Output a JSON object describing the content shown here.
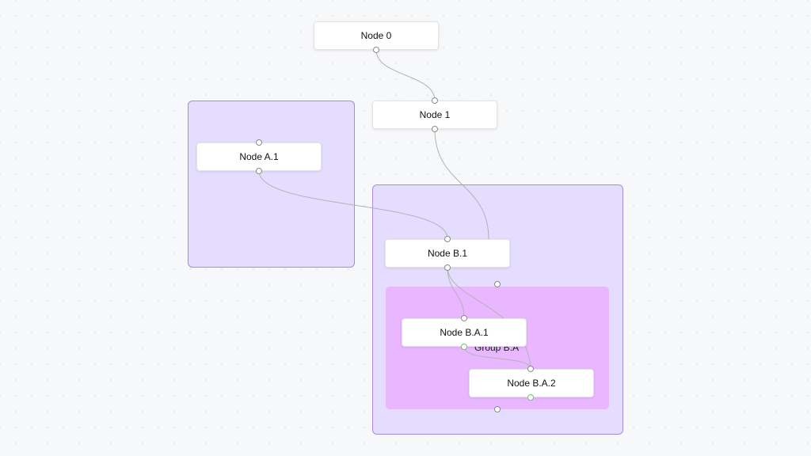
{
  "nodes": {
    "node_0": "Node 0",
    "node_1": "Node 1",
    "node_a1": "Node A.1",
    "node_b1": "Node B.1",
    "node_ba1": "Node B.A.1",
    "node_ba2": "Node B.A.2"
  },
  "groups": {
    "group_ba_label": "Group B.A"
  },
  "colors": {
    "outer_group_fill": "#e5ddfd",
    "outer_group_border": "#a48bdc",
    "inner_group_fill": "#e9b7ff",
    "edge": "#b3b3b3"
  }
}
